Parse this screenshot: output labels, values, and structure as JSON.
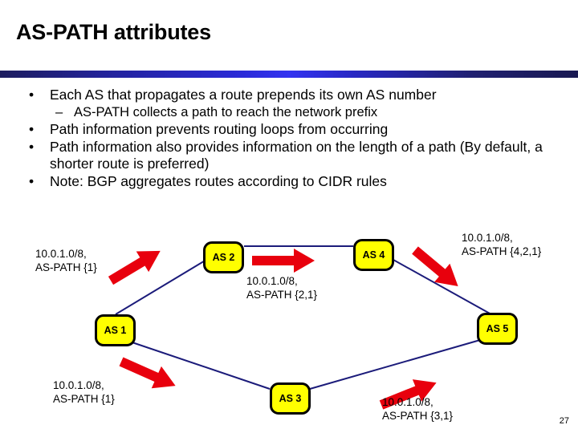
{
  "slide": {
    "title": "AS-PATH attributes",
    "number": "27",
    "accent_color": "#2b2bd8",
    "node_fill": "#ffff00",
    "node_border": "#000000",
    "link_color": "#1b1b7a",
    "arrow_color": "#e8000d"
  },
  "body": {
    "bullets": [
      {
        "marker": "•",
        "level": 1,
        "text": "Each AS that propagates a route prepends its own AS number"
      },
      {
        "marker": "–",
        "level": 2,
        "text": "AS-PATH collects a path to reach the network prefix"
      },
      {
        "marker": "•",
        "level": 1,
        "text": "Path information prevents routing loops from occurring"
      },
      {
        "marker": "•",
        "level": 1,
        "text": "Path information also provides information on the length of a path (By default, a shorter route is preferred)"
      },
      {
        "marker": "•",
        "level": 1,
        "text": "Note: BGP aggregates routes according to CIDR rules"
      }
    ]
  },
  "diagram": {
    "nodes": [
      {
        "id": "as1",
        "label": "AS 1"
      },
      {
        "id": "as2",
        "label": "AS 2"
      },
      {
        "id": "as3",
        "label": "AS 3"
      },
      {
        "id": "as4",
        "label": "AS 4"
      },
      {
        "id": "as5",
        "label": "AS 5"
      }
    ],
    "links": [
      {
        "from": "as1",
        "to": "as2"
      },
      {
        "from": "as2",
        "to": "as4"
      },
      {
        "from": "as4",
        "to": "as5"
      },
      {
        "from": "as1",
        "to": "as3"
      },
      {
        "from": "as3",
        "to": "as5"
      }
    ],
    "route_labels": [
      {
        "id": "label-as1-as2",
        "line1": "10.0.1.0/8,",
        "line2": "AS-PATH {1}"
      },
      {
        "id": "label-as2-as4",
        "line1": "10.0.1.0/8,",
        "line2": "AS-PATH {2,1}"
      },
      {
        "id": "label-as4-as5",
        "line1": "10.0.1.0/8,",
        "line2": "AS-PATH {4,2,1}"
      },
      {
        "id": "label-as1-as3",
        "line1": "10.0.1.0/8,",
        "line2": "AS-PATH {1}"
      },
      {
        "id": "label-as3-as5",
        "line1": "10.0.1.0/8,",
        "line2": "AS-PATH {3,1}"
      }
    ],
    "arrows": [
      {
        "id": "arrow-as1-as2",
        "direction": "up-right"
      },
      {
        "id": "arrow-as2-as4",
        "direction": "right"
      },
      {
        "id": "arrow-as4-as5",
        "direction": "down-right"
      },
      {
        "id": "arrow-as1-as3",
        "direction": "down-right"
      },
      {
        "id": "arrow-as3-as5",
        "direction": "up-right"
      }
    ]
  }
}
